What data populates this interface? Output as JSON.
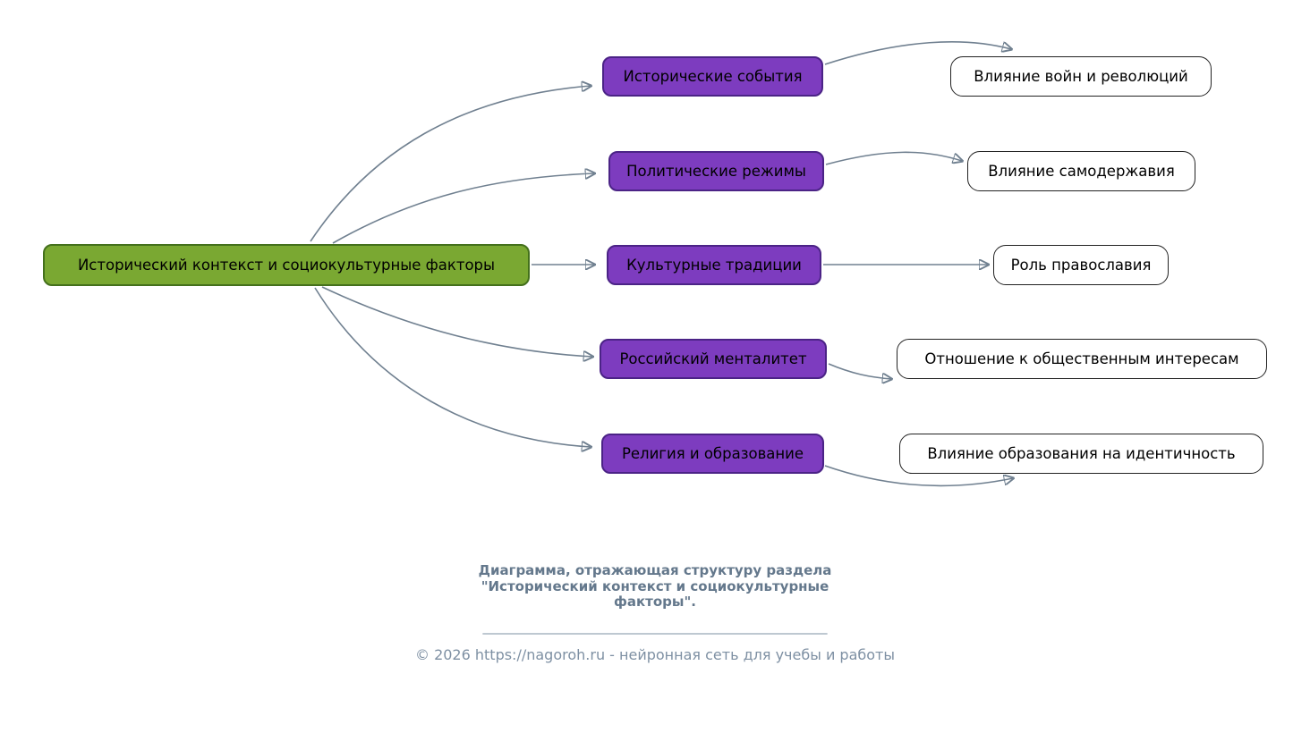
{
  "diagram": {
    "root": "Исторический контекст и социокультурные факторы",
    "branches": [
      {
        "label": "Исторические события",
        "leaf": "Влияние войн и революций"
      },
      {
        "label": "Политические режимы",
        "leaf": "Влияние самодержавия"
      },
      {
        "label": "Культурные традиции",
        "leaf": "Роль православия"
      },
      {
        "label": "Российский менталитет",
        "leaf": "Отношение к общественным интересам"
      },
      {
        "label": "Религия и образование",
        "leaf": "Влияние образования на идентичность"
      }
    ],
    "colors": {
      "root_fill": "#7aa832",
      "root_border": "#44701c",
      "branch_fill": "#7d3cbf",
      "branch_border": "#4b2386",
      "leaf_fill": "#ffffff",
      "leaf_border": "#222222",
      "edge": "#708090",
      "caption_text": "#64788c",
      "copyright_text": "#7e90a3"
    }
  },
  "caption": {
    "title": "Диаграмма, отражающая структуру раздела \"Исторический контекст и социокультурные факторы\".",
    "separator": "_______________________________________________________",
    "copyright": "© 2026 https://nagoroh.ru - нейронная сеть для учебы и работы"
  }
}
